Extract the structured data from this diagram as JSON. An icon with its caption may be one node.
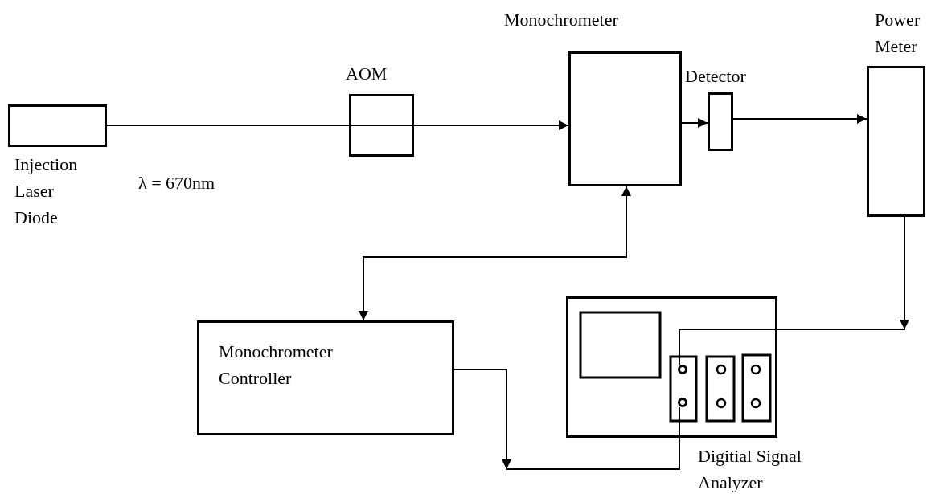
{
  "diagram": {
    "nodes": [
      {
        "text": [
          "Injection Laser Diode"
        ]
      },
      {
        "text": [
          "AOM"
        ]
      },
      {
        "text": [
          "Monochrometer"
        ]
      },
      {
        "text": [
          "Detector"
        ]
      },
      {
        "text": [
          "Power Meter"
        ]
      },
      {
        "text": [
          "Monochrometer Controller"
        ]
      },
      {
        "text": [
          "Digitial Signal Analyzer"
        ]
      },
      {
        "text": [],
        "shape": "circle",
        "in": 6
      },
      {
        "text": [],
        "shape": "circle",
        "in": 6
      }
    ],
    "edges": [
      {
        "from": 0,
        "to": 1,
        "arrow": "none",
        "label": "λ = 670nm"
      },
      {
        "from": 1,
        "to": 2,
        "arrow": "to"
      },
      {
        "from": 2,
        "to": 3,
        "arrow": "to"
      },
      {
        "from": 3,
        "to": 4,
        "arrow": "to"
      },
      {
        "from": 2,
        "to": 5,
        "arrow": "both"
      },
      {
        "from": 4,
        "to": 7,
        "arrow": "to"
      },
      {
        "from": 5,
        "to": 8,
        "arrow": "to"
      }
    ]
  }
}
